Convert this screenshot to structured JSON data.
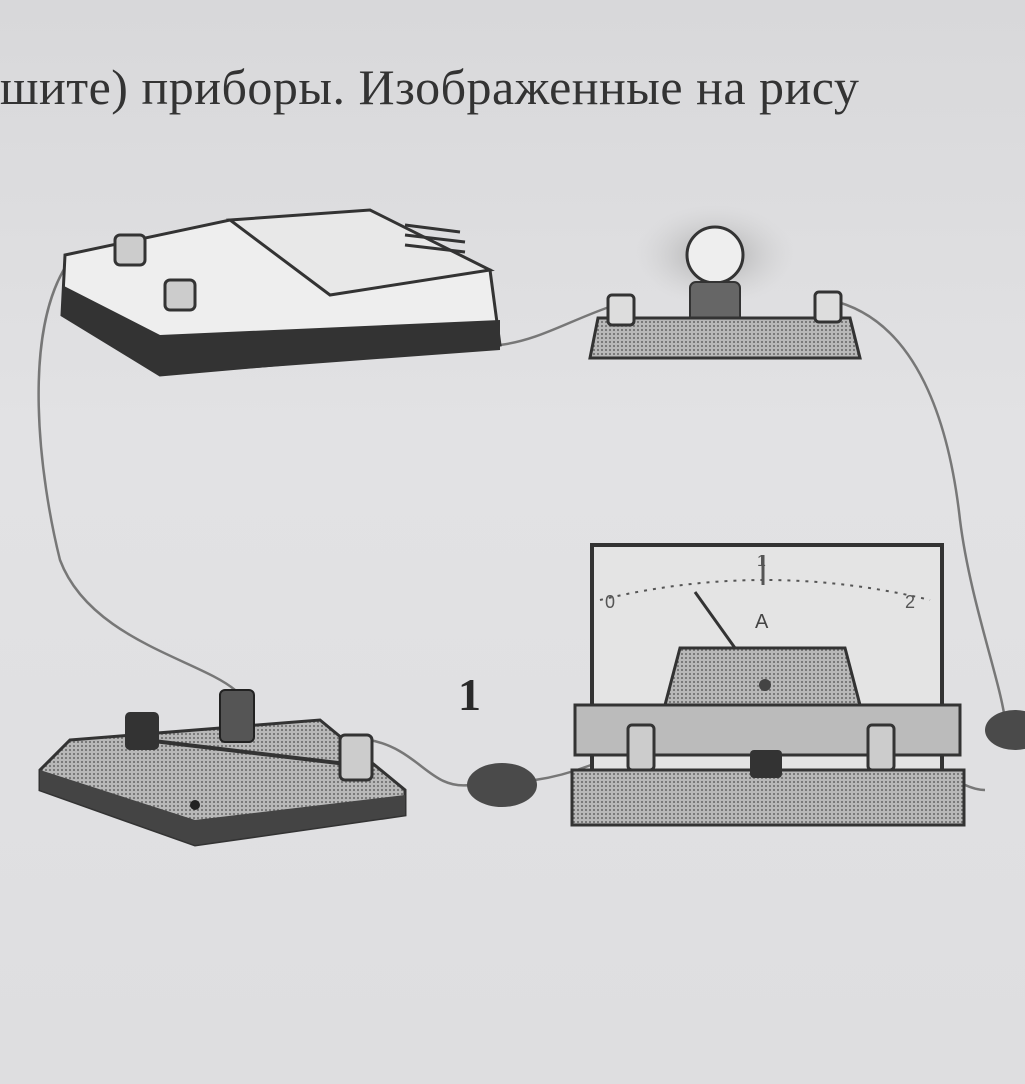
{
  "caption": "шите) приборы. Изображенные на рису",
  "diagram": {
    "gap_label": "1",
    "ammeter_symbol": "A",
    "scale_labels": [
      "0",
      "1",
      "2"
    ],
    "components": [
      "power-source",
      "lamp",
      "switch",
      "ammeter"
    ]
  }
}
